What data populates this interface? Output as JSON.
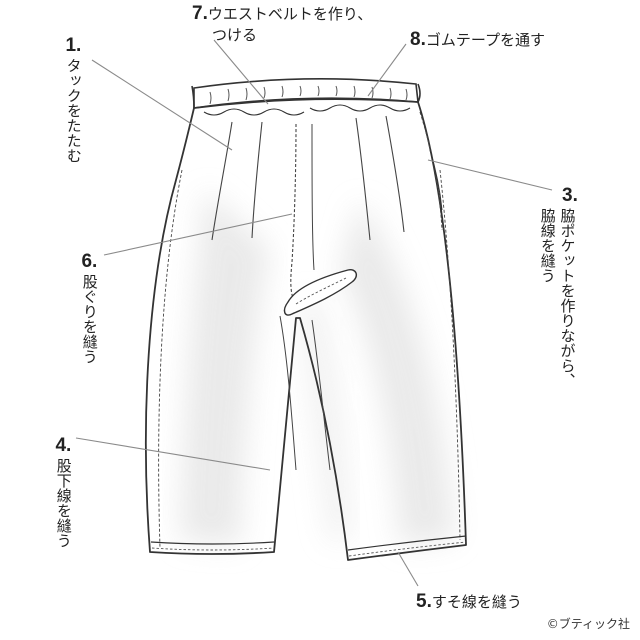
{
  "steps": [
    {
      "number": "1.",
      "text": "タックをたたむ"
    },
    {
      "number": "3.",
      "text_line1": "脇ポケットを作りながら、",
      "text_line2": "脇線を縫う"
    },
    {
      "number": "4.",
      "text": "股下線を縫う"
    },
    {
      "number": "5.",
      "text": "すそ線を縫う"
    },
    {
      "number": "6.",
      "text": "股ぐりを縫う"
    },
    {
      "number": "7.",
      "text_line1": "ウエストベルトを作り、",
      "text_line2": "つける"
    },
    {
      "number": "8.",
      "text": "ゴムテープを通す"
    }
  ],
  "copyright": "©ブティック社",
  "colors": {
    "line": "#333333",
    "leader": "#8a8a8a",
    "shadow": "#e2e2e2",
    "text": "#222222"
  }
}
